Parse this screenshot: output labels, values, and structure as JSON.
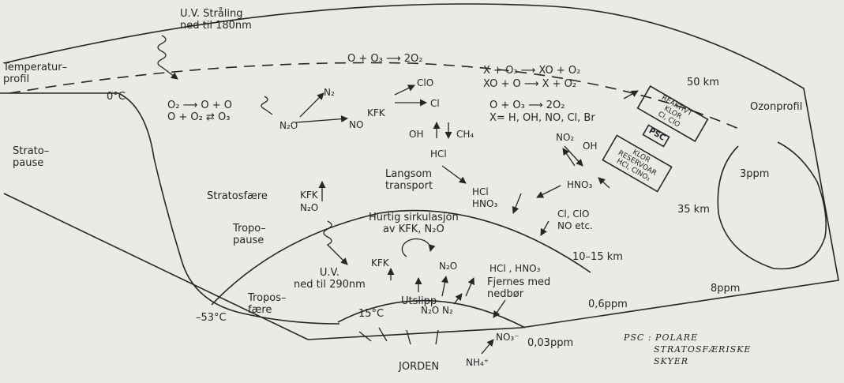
{
  "texts": {
    "uv_top": [
      "U.V. Stråling",
      "ned til 180nm"
    ],
    "temp_profile": [
      "Temperatur–",
      "profil"
    ],
    "zero_c": "0°C",
    "stratopause": [
      "Strato–",
      "pause"
    ],
    "stratosphere": "Stratosfære",
    "tropopause": [
      "Tropo–",
      "pause"
    ],
    "troposphere": [
      "Tropos–",
      "fære"
    ],
    "minus53": "–53°C",
    "temp15": "15°C",
    "earth": "JORDEN",
    "km50": "50 km",
    "km35": "35 km",
    "km1015": "10–15 km",
    "ozone_profile": "Ozonprofil",
    "ppm3": "3ppm",
    "ppm8": "8ppm",
    "ppm06": "0,6ppm",
    "ppm003": "0,03ppm",
    "slow_transport": [
      "Langsom",
      "transport"
    ],
    "fast_circ": [
      "Hurtig sirkulasjon",
      "av KFK, N₂O"
    ],
    "uv_low": [
      "U.V.",
      "ned til 290nm"
    ],
    "emission": "Utslipp",
    "removed": [
      "Fjernes med",
      "nedbør"
    ],
    "psc_note": [
      "PSC : POLARE",
      "STRATOSFÆRISKE",
      "SKYER"
    ]
  },
  "chem": {
    "o3_top": "O + O₃ ⟶ 2O₂",
    "cycle1": "X + O₃ ⟶ XO + O₂",
    "cycle2": "XO + O ⟶ X + O₂",
    "cycle3": "O + O₃ ⟶ 2O₂",
    "x_list": "X= H, OH, NO, Cl, Br",
    "o2_split": "O₂ ⟶ O + O",
    "o3_form": "O + O₂ ⇄ O₃",
    "n2o_mid": "N₂O",
    "n2": "N₂",
    "no_mid": "NO",
    "kfk_top": "KFK",
    "clo": "ClO",
    "cl": "Cl",
    "oh": "OH",
    "ch4": "CH₄",
    "hcl": "HCl",
    "no2": "NO₂",
    "oh2": "OH",
    "hno3": "HNO₃",
    "hcl_hno3": [
      "HCl",
      "HNO₃"
    ],
    "cl_clo": [
      "Cl, ClO",
      "NO etc."
    ],
    "kfk_strat": "KFK",
    "n2o_strat": "N₂O",
    "kfk_trop": "KFK",
    "n2o_trop": "N₂O",
    "hcl_hno3_trop": "HCl , HNO₃",
    "n2o_n2_ground": "N₂O N₂",
    "no3": "NO₃⁻",
    "nh4": "NH₄⁺"
  },
  "boxes": {
    "reaktivt": [
      "REAKTIVT",
      "KLOR",
      "Cl, ClO"
    ],
    "psc": "PSC",
    "reservoar": [
      "KLOR",
      "RESERVOAR",
      "HCl, ClNO₃"
    ]
  }
}
